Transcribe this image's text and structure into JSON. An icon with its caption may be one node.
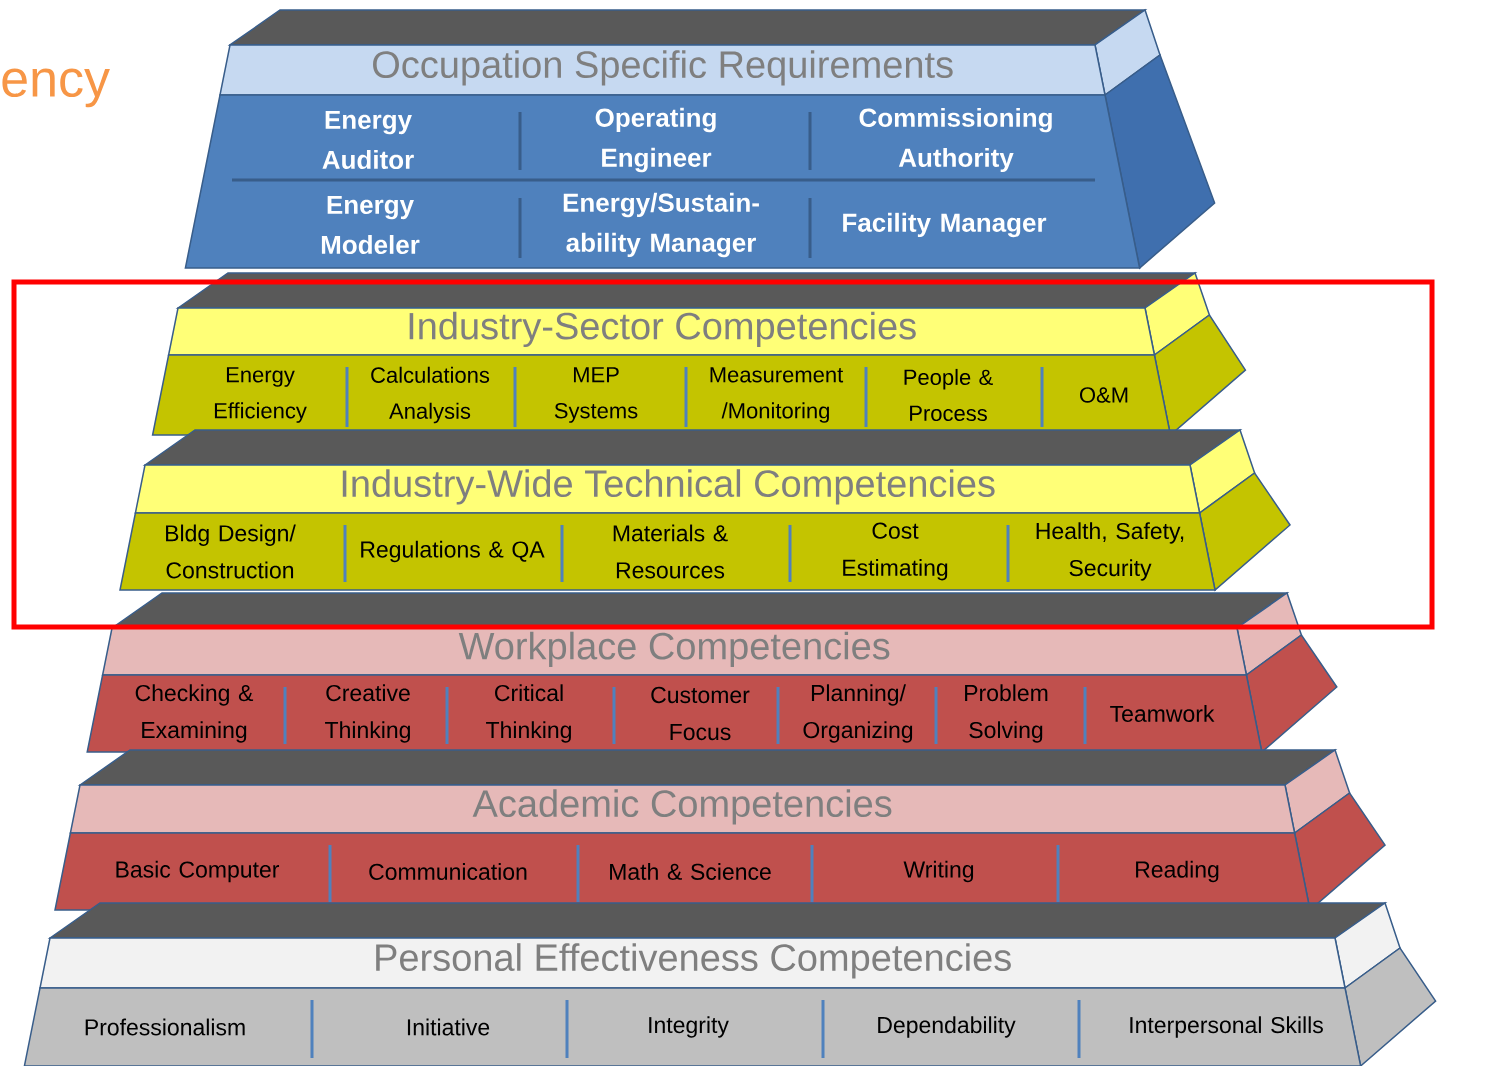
{
  "diagram": {
    "nodes": [
      {
        "text": [
          "Occupation Specific Requirements"
        ]
      },
      {
        "text": [
          "Energy Auditor"
        ],
        "in": 0
      },
      {
        "text": [
          "Operating Engineer"
        ],
        "in": 0
      },
      {
        "text": [
          "Commissioning Authority"
        ],
        "in": 0
      },
      {
        "text": [
          "Energy Modeler"
        ],
        "in": 0
      },
      {
        "text": [
          "Energy/Sustain-ability Manager"
        ],
        "in": 0
      },
      {
        "text": [
          "Facility Manager"
        ],
        "in": 0
      },
      {
        "text": [
          "Industry-Sector Competencies"
        ]
      },
      {
        "text": [
          "Energy Efficiency"
        ],
        "in": 7
      },
      {
        "text": [
          "Calculations Analysis"
        ],
        "in": 7
      },
      {
        "text": [
          "MEP Systems"
        ],
        "in": 7
      },
      {
        "text": [
          "Measurement /Monitoring"
        ],
        "in": 7
      },
      {
        "text": [
          "People & Process"
        ],
        "in": 7
      },
      {
        "text": [
          "O&M"
        ],
        "in": 7
      },
      {
        "text": [
          "Industry-Wide Technical Competencies"
        ]
      },
      {
        "text": [
          "Bldg Design/ Construction"
        ],
        "in": 14
      },
      {
        "text": [
          "Regulations & QA"
        ],
        "in": 14
      },
      {
        "text": [
          "Materials & Resources"
        ],
        "in": 14
      },
      {
        "text": [
          "Cost Estimating"
        ],
        "in": 14
      },
      {
        "text": [
          "Health, Safety, Security"
        ],
        "in": 14
      },
      {
        "text": [
          "Workplace Competencies"
        ]
      },
      {
        "text": [
          "Checking & Examining"
        ],
        "in": 20
      },
      {
        "text": [
          "Creative Thinking"
        ],
        "in": 20
      },
      {
        "text": [
          "Critical Thinking"
        ],
        "in": 20
      },
      {
        "text": [
          "Customer Focus"
        ],
        "in": 20
      },
      {
        "text": [
          "Planning/ Organizing"
        ],
        "in": 20
      },
      {
        "text": [
          "Problem Solving"
        ],
        "in": 20
      },
      {
        "text": [
          "Teamwork"
        ],
        "in": 20
      },
      {
        "text": [
          "Academic Competencies"
        ]
      },
      {
        "text": [
          "Basic Computer"
        ],
        "in": 28
      },
      {
        "text": [
          "Communication"
        ],
        "in": 28
      },
      {
        "text": [
          "Math & Science"
        ],
        "in": 28
      },
      {
        "text": [
          "Writing"
        ],
        "in": 28
      },
      {
        "text": [
          "Reading"
        ],
        "in": 28
      },
      {
        "text": [
          "Personal Effectiveness Competencies"
        ]
      },
      {
        "text": [
          "Professionalism"
        ],
        "in": 34
      },
      {
        "text": [
          "Initiative"
        ],
        "in": 34
      },
      {
        "text": [
          "Integrity"
        ],
        "in": 34
      },
      {
        "text": [
          "Dependability"
        ],
        "in": 34
      },
      {
        "text": [
          "Interpersonal Skills"
        ],
        "in": 34
      }
    ],
    "labels": [
      "ency"
    ]
  }
}
